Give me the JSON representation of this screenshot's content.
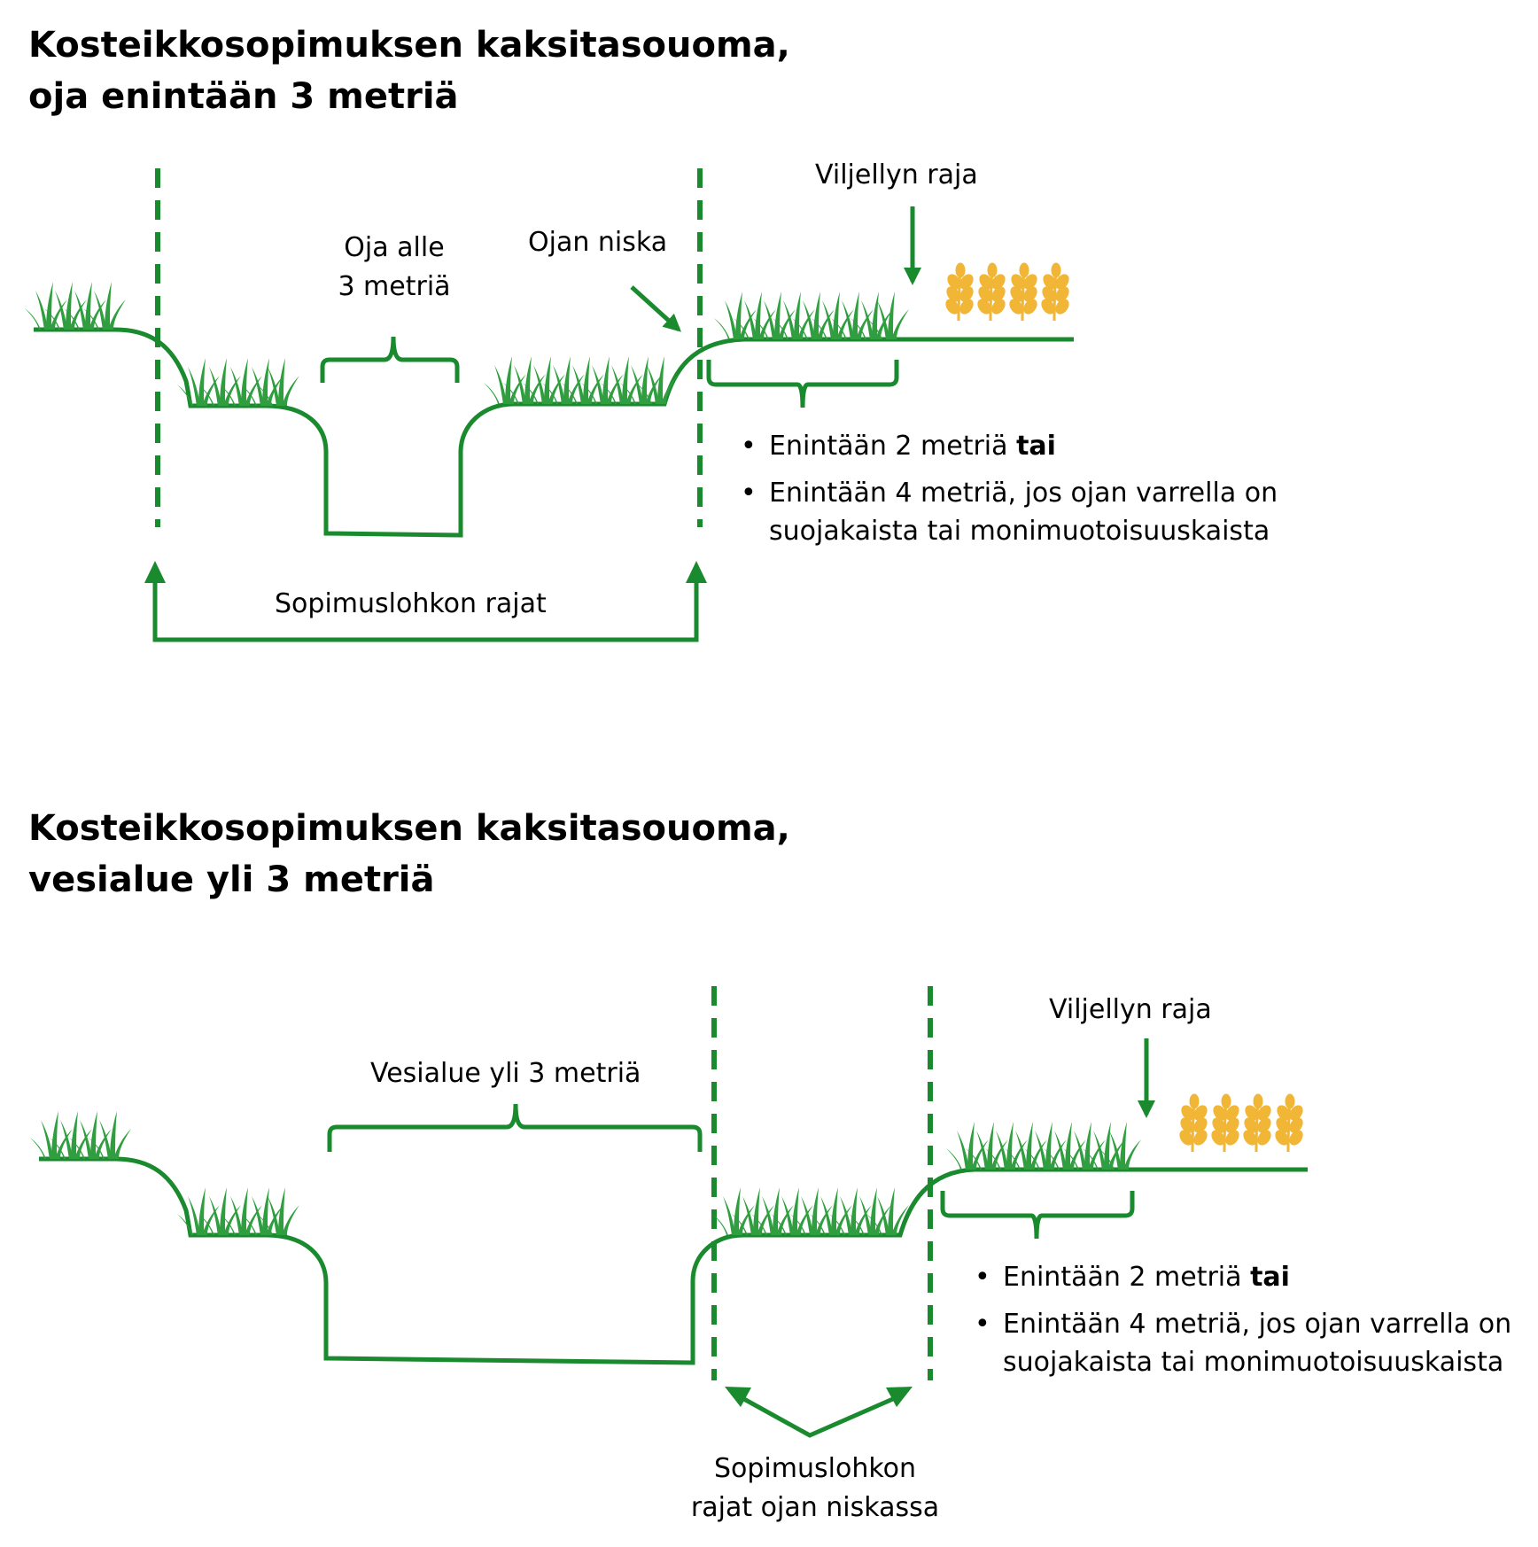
{
  "colors": {
    "green": "#1a8a2e",
    "grass": "#2f9e3f",
    "wheat": "#f2b636"
  },
  "icons": [
    "grass-icon",
    "wheat-icon",
    "arrow-down-icon",
    "arrow-diagonal-icon"
  ],
  "section1": {
    "title_line1": "Kosteikkosopimuksen kaksitasouoma,",
    "title_line2": "oja enintään 3 metriä",
    "ditch_label_line1": "Oja alle",
    "ditch_label_line2": "3 metriä",
    "neck_label": "Ojan niska",
    "cultivated_label": "Viljellyn raja",
    "bullet1_text": "Enintään 2 metriä ",
    "bullet1_bold": "tai",
    "bullet2_line1": "Enintään 4 metriä, jos ojan varrella on",
    "bullet2_line2": "suojakaista tai monimuotoisuuskaista",
    "boundary_label": "Sopimuslohkon rajat"
  },
  "section2": {
    "title_line1": "Kosteikkosopimuksen kaksitasouoma,",
    "title_line2": "vesialue yli 3 metriä",
    "water_label": "Vesialue yli 3 metriä",
    "cultivated_label": "Viljellyn raja",
    "bullet1_text": "Enintään 2 metriä ",
    "bullet1_bold": "tai",
    "bullet2_line1": "Enintään 4 metriä, jos ojan varrella on",
    "bullet2_line2": "suojakaista tai monimuotoisuuskaista",
    "boundary_label_line1": "Sopimuslohkon",
    "boundary_label_line2": "rajat ojan niskassa"
  }
}
